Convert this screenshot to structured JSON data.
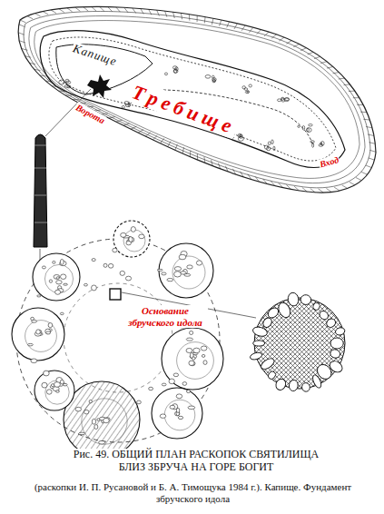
{
  "diagram": {
    "caption": "Рис. 49. ОБЩИЙ ПЛАН РАСКОПОК СВЯТИЛИЩА БЛИЗ ЗБРУЧА НА ГОРЕ БОГИТ",
    "labels": [
      "Капище",
      "Требище",
      "Ворота",
      "Вход",
      "Основание збручского идола",
      "(раскопки И. П. Русановой и Б. А. Тимощука 1984 г.). Капище. Фундамент збручского идола"
    ]
  }
}
